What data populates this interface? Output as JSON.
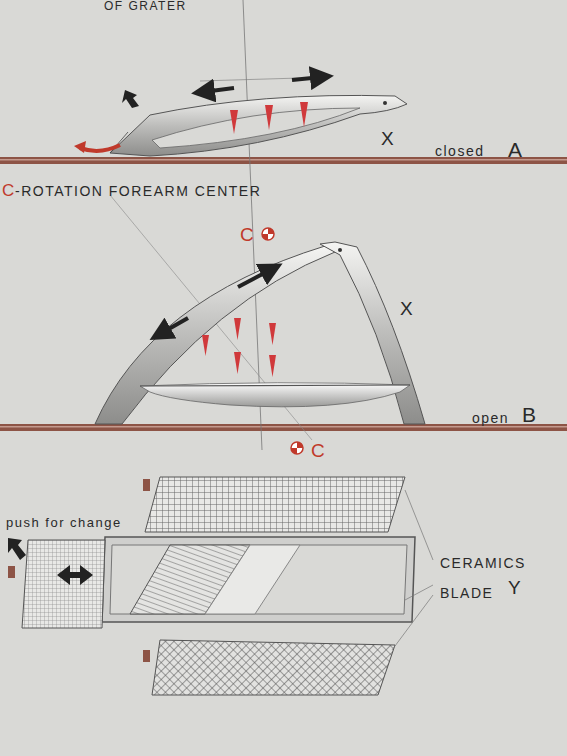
{
  "diagram": {
    "labels": [
      "OF GRATER",
      "X",
      "closed",
      "A",
      "C",
      "-ROTATION FOREARM CENTER",
      "C",
      "X",
      "open",
      "B",
      "C",
      "push for change",
      "CERAMICS BLADE",
      "Y"
    ]
  }
}
